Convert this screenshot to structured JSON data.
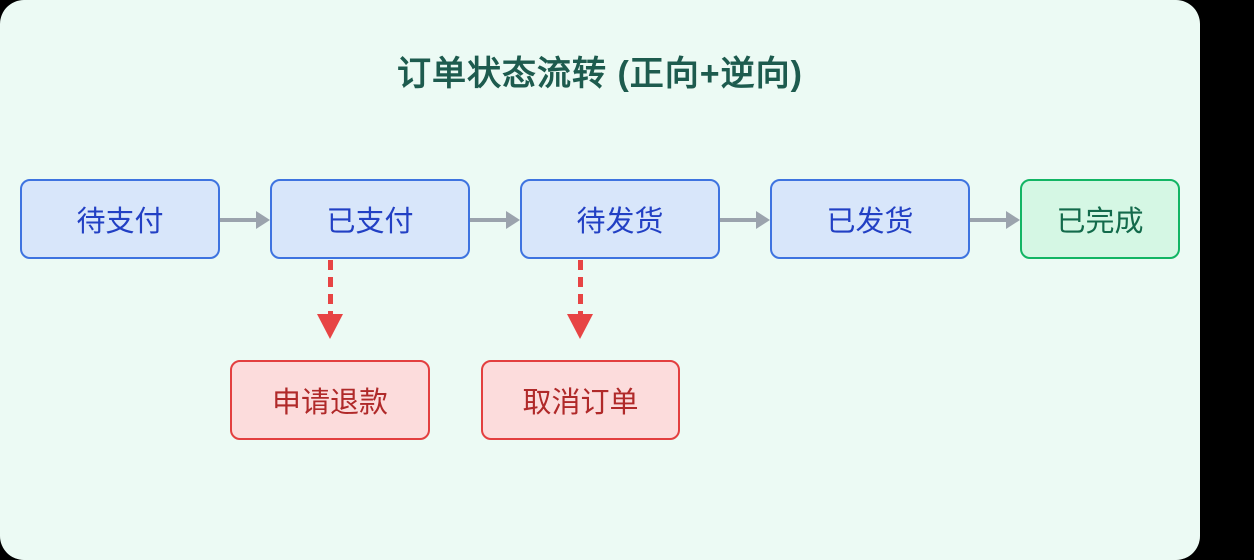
{
  "diagram": {
    "title": "订单状态流转 (正向+逆向)",
    "flow_nodes": [
      {
        "id": "pending-payment",
        "label": "待支付",
        "type": "normal"
      },
      {
        "id": "paid",
        "label": "已支付",
        "type": "normal"
      },
      {
        "id": "pending-shipment",
        "label": "待发货",
        "type": "normal"
      },
      {
        "id": "shipped",
        "label": "已发货",
        "type": "normal"
      },
      {
        "id": "completed",
        "label": "已完成",
        "type": "success"
      }
    ],
    "forward_arrow_count": 4,
    "reverse_nodes": [
      {
        "id": "refund-request",
        "label": "申请退款",
        "from_label": "已支付"
      },
      {
        "id": "cancel-order",
        "label": "取消订单",
        "from_label": "待发货"
      }
    ],
    "colors": {
      "panel_bg": "#ecfaf4",
      "title_text": "#1d5b4e",
      "node_bg": "#d8e6fa",
      "node_border": "#3e73e0",
      "node_text": "#2240c4",
      "success_bg": "#d5f7e4",
      "success_border": "#12b564",
      "success_text": "#136a4b",
      "danger_bg": "#fcdcdc",
      "danger_border": "#e33f3f",
      "danger_text": "#b02929",
      "forward_arrow": "#9ba3ad",
      "reverse_arrow": "#e74444"
    }
  }
}
